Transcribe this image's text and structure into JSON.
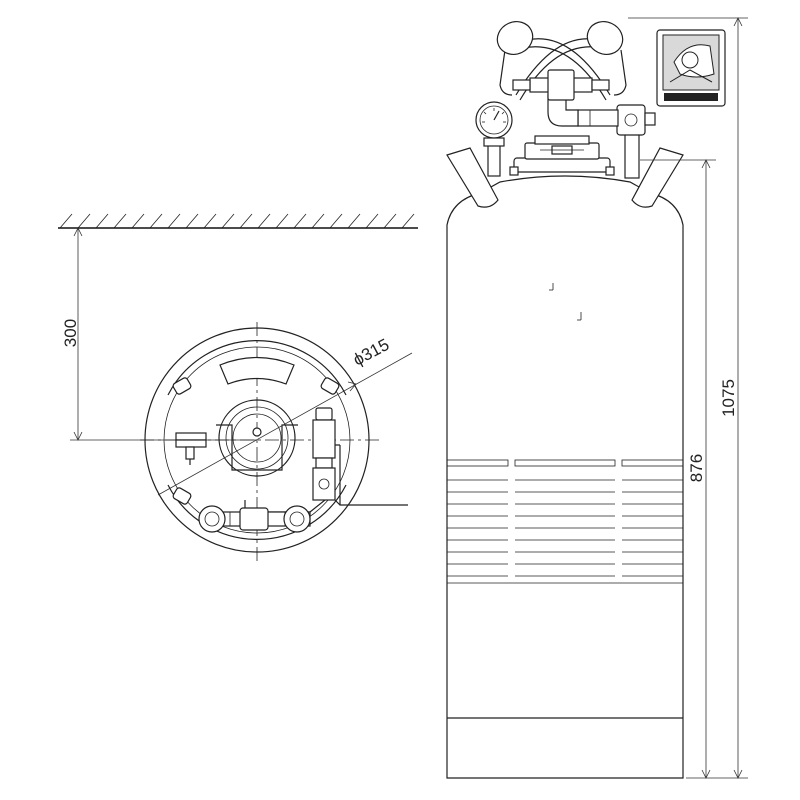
{
  "dimensions": {
    "wall_distance": "300",
    "diameter": "ϕ315",
    "total_height": "1075",
    "tank_height": "876"
  },
  "colors": {
    "line": "#222222",
    "background": "#ffffff",
    "sign_fill": "#d9d9d9"
  },
  "icons": {
    "sign": "eyewash-safety-sign-icon",
    "gauge": "pressure-gauge-icon"
  }
}
